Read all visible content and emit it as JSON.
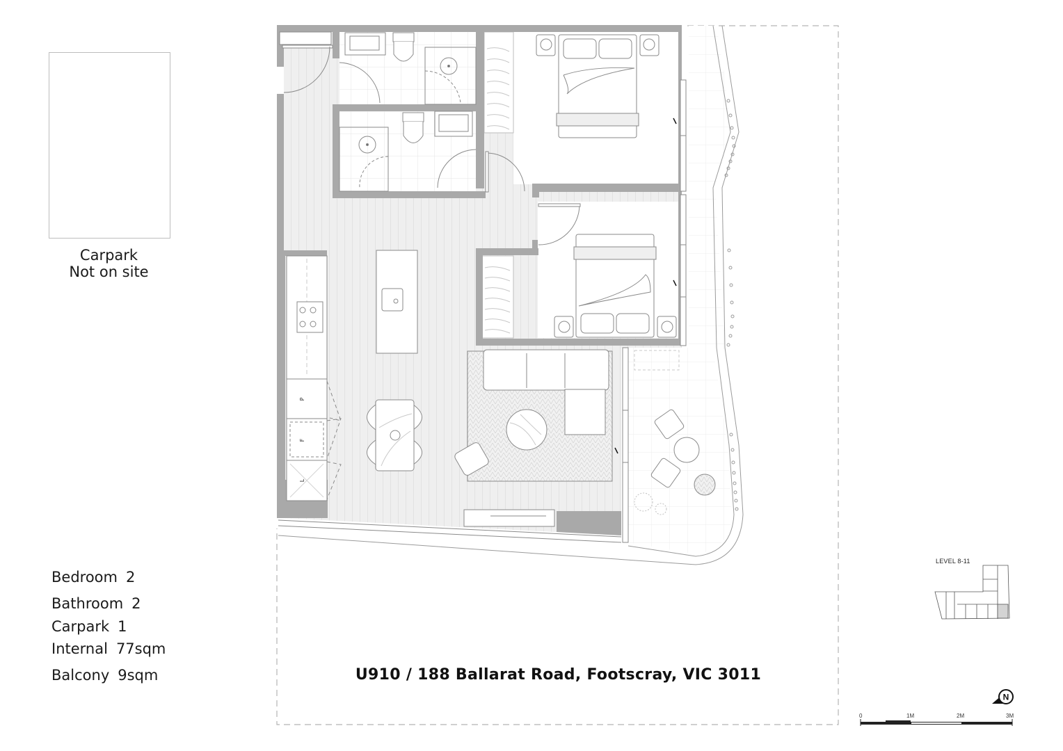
{
  "carpark": {
    "label_line1": "Carpark",
    "label_line2": "Not on site"
  },
  "specs": [
    {
      "label": "Bedroom",
      "value": "2"
    },
    {
      "label": "Bathroom",
      "value": "2"
    },
    {
      "label": "Carpark",
      "value": "1"
    },
    {
      "label": "Internal",
      "value": "77sqm"
    },
    {
      "label": "Balcony",
      "value": "9sqm"
    }
  ],
  "address": "U910 / 188 Ballarat Road, Footscray, VIC 3011",
  "keyplan": {
    "title": "LEVEL 8-11"
  },
  "scale_bar": {
    "ticks": [
      "0",
      "1M",
      "2M",
      "3M"
    ]
  },
  "north_arrow": {
    "label": "N"
  },
  "appliance_labels": {
    "pantry": "P",
    "fridge": "F",
    "laundry": "L"
  },
  "colors": {
    "wall": "#a9a9a9",
    "floor_timber": "#ededed",
    "line": "#8a8a8a",
    "dashed_boundary": "#b5b5b5",
    "keyplan_highlight": "#d4d4d4"
  }
}
